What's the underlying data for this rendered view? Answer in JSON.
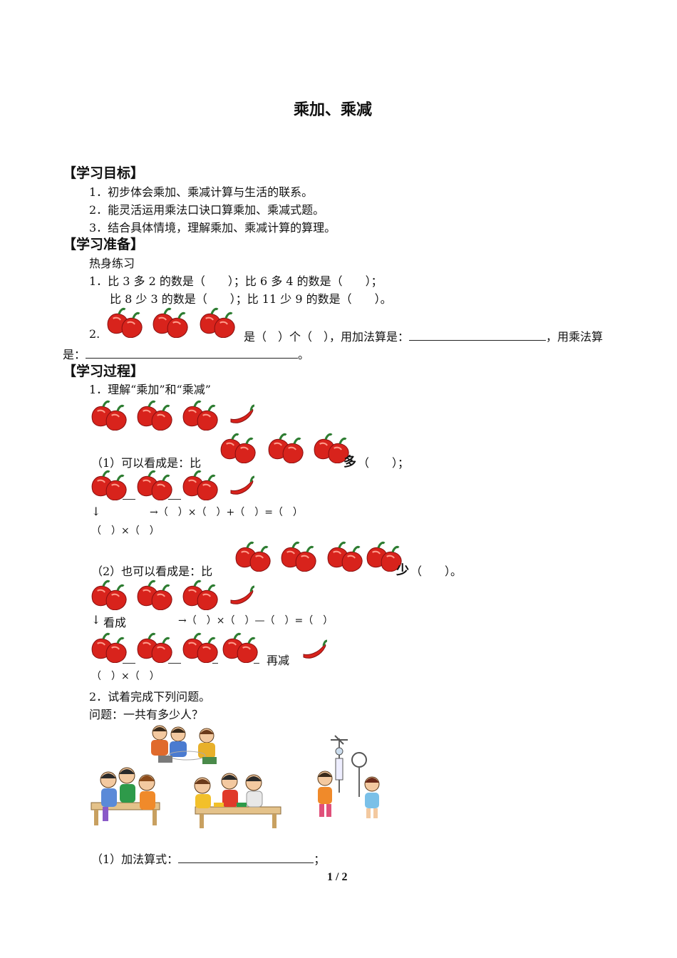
{
  "title": "乘加、乘减",
  "sections": {
    "goals_heading": "【学习目标】",
    "prep_heading": "【学习准备】",
    "process_heading": "【学习过程】"
  },
  "goals": [
    "1．初步体会乘加、乘减计算与生活的联系。",
    "2．能灵活运用乘法口诀口算乘加、乘减式题。",
    "3．结合具体情境，理解乘加、乘减计算的算理。"
  ],
  "prep": {
    "warmup": "热身练习",
    "q1_line1": "1．比 3 多 2 的数是（　　）；比 6 多 4 的数是（　　）；",
    "q1_line2": "比 8 少 3 的数是（　　）；比 11 少 9 的数是（　　）。",
    "q2_num": "2.",
    "q2_text_a": "是（　）个（　），用加法算是：",
    "q2_text_b": "，用乘法算",
    "q2_line2_a": "是：",
    "q2_line2_b": "。"
  },
  "process": {
    "p1_title": "1．理解“乘加”和“乘减”",
    "p1_sub1_a": "（1）可以看成是：比",
    "p1_sub1_b": "多",
    "p1_sub1_c": "（　　）；",
    "p1_formula1": "→（　）×（　）+（　）=（　）",
    "p1_formula1_bottom": "（　）×（　）",
    "p1_sub2_a": "（2）也可以看成是：比",
    "p1_sub2_b": "少",
    "p1_sub2_c": "（　　）。",
    "p1_see_as": "看成",
    "p1_formula2": "→（　）×（　）—（　）=（　）",
    "p1_then_sub": "再减",
    "p1_formula2_bottom": "（　）×（　）",
    "p2_title": "2．试着完成下列问题。",
    "p2_question": "问题：一共有多少人？",
    "p2_sub1": "（1）加法算式：",
    "p2_sub1_end": "；"
  },
  "footer": {
    "page": "1 / 2"
  },
  "colors": {
    "pepper": "#d8231c",
    "stem": "#2e7d32"
  }
}
